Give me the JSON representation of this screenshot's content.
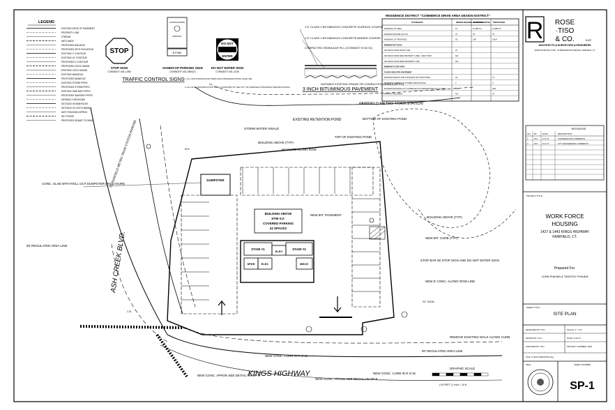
{
  "legend": {
    "title": "LEGEND",
    "items": [
      "EXISTING EDGE OF PAVEMENT",
      "PROPERTY LINE",
      "STREAM",
      "WETLANDS",
      "PROPOSED BUILDING",
      "PROPOSED SPOT ELEVATION",
      "EXISTING 2' CONTOUR",
      "EXISTING 10' CONTOUR",
      "PROPOSED 2' CONTOUR",
      "PROPOSED CATCH BASIN",
      "EXISTING CATCH BASIN",
      "EXISTING MANHOLE",
      "PROPOSED MANHOLE",
      "EXISTING STORM PIPES",
      "PROPOSED STORM PIPES",
      "EXISTING SANITARY PIPES",
      "PROPOSED SANITARY PIPES",
      "HAYBALE CHECKDAM",
      "SILTSACK IN MANHOLES",
      "SILTSACK IN CATCH BASINS",
      "ANTI-TRACKING APRON",
      "SILT FENCE",
      "PROPOSED GRADE TO DRAIN"
    ]
  },
  "signs": {
    "stop_text": "STOP",
    "stop_label": "STOP SIGN",
    "stop_ref": "CONNDOT #31-1050",
    "handicap_top": "HANDICAPPED",
    "handicap_mid": "PARKING",
    "handicap_fine": "$ FINE",
    "handicap_label": "HANDICAP PARKING SIGN",
    "handicap_ref": "CONNDOT #31-0600(?)",
    "dne_line1": "DO NOT",
    "dne_line2": "ENTER",
    "dne_label": "DO NOT ENTER SIGN",
    "dne_ref": "CONNDOT #31-1108",
    "section_title": "TRAFFIC CONTROL SIGNS",
    "notes": [
      "1. ALL SIGN DRAINS AND TIMES SIGN DRAINAGE PIPING SHALL BE",
      "2. ALL SITE CONSTRUCTION SHALL CONFORM TO THE CITY OF FAIRFIELD STANDARD SPECIFICATIONS"
    ]
  },
  "pavement": {
    "title": "3 INCH BITUMINOUS PAVEMENT",
    "labels": [
      "1.5\" CLASS 2 BITUMINOUS CONCRETE SURFACE COURSE",
      "1.5\" CLASS 1 BITUMINOUS CONCRETE BINDER COURSE",
      "COMPACTED GRANULAR FILL (CONNDOT M.02.01)",
      "SUITABLE EXISTING GRADE OR COMPACTED GRANULAR FILL"
    ]
  },
  "zoning_table": {
    "title": "RESIDENCE DISTRICT \"COMMERCE DRIVE AREA DESIGN DISTRICT\"",
    "headers": [
      "STANDARD",
      "MINIMUM REQUIRED MAXIMUM PERMITTED",
      "EXISTING",
      "PROPOSED"
    ],
    "rows": [
      [
        "MINIMUM LOT AREA",
        "15",
        "12,488 S.F.",
        "12,488 S.F."
      ],
      [
        "MINIMUM SQUARE (IN LOT)",
        "75",
        "75",
        "75"
      ],
      [
        "MINIMUM LOT FRONTAGE",
        "50'",
        "138'",
        "138.8'"
      ],
      [
        "MINIMUM SET BACK",
        "",
        "",
        ""
      ],
      [
        "SET BACK FROM FRONT LINE",
        "15'",
        "",
        ""
      ],
      [
        "SET BACK FROM SIDE PROPERTY LINES - ONE STORY",
        "N/A",
        "",
        ""
      ],
      [
        "SET BACK FROM REAR PROPERTY LINE",
        "N/A",
        "",
        ""
      ],
      [
        "MINIMUM FLOOR AREA",
        "",
        "",
        ""
      ],
      [
        "FLOOR AREA PER APARTMENT",
        "",
        "",
        ""
      ],
      [
        "MAXIMUM HEIGHT FOR A BUILDING OR STRUCTURE",
        "40'",
        "",
        "37'"
      ],
      [
        "MAXIMUM NUMBER OF STORIES PER BUILDING",
        "4",
        "",
        "3"
      ],
      [
        "MAXIMUM BUILDING LOT COVERAGE AS A PERCENTAGE OF LOT AREA",
        "75%",
        "",
        "46%"
      ],
      [
        "PARKING REQUIRED",
        "N/A",
        "",
        "24"
      ]
    ]
  },
  "firm": {
    "logo_letter": "R",
    "name_line1": "ROSE",
    "name_line2": "·TISO",
    "name_line3": "& CO.",
    "suffix": "LLC",
    "tagline": "ARCHITECTS ■ SURVEYORS ■ ENGINEERS",
    "address": "WWW.ROSETISO.COM · 50 BRIARWOOD AVENUE, FAIRFIELD, CT"
  },
  "revisions": {
    "title": "REVISIONS",
    "headers": [
      "NO",
      "BY",
      "DATE",
      "DESCRIPTION"
    ],
    "rows": [
      [
        "1",
        "W.C.",
        "4-17-17",
        "CONSERVATION COMMENTS"
      ],
      [
        "2",
        "W.C.",
        "5-17-17",
        "CITY ENGINEERING COMMENTS"
      ]
    ]
  },
  "project": {
    "label": "PROJECT TITLE",
    "title_line1": "WORK FORCE",
    "title_line2": "HOUSING",
    "address": "1427 & 1443 KINGS HIGHWAY",
    "city": "FAIRFIELD, CT.",
    "prepared_for_label": "Prepared For:",
    "prepared_for": "JOHN PHILBIN & TIMOTHY PHILBIN"
  },
  "sheet": {
    "title_label": "SHEET TITLE",
    "title": "SITE PLAN",
    "designed": "DESIGNED BY: W.C.",
    "scale": "SCALE: 1\" = 10'",
    "drawn": "DRAWN BY: W.C.",
    "date": "DATE: 4-20-17",
    "checked": "CHECKED BY: W.C.",
    "project_number": "PROJECT NUMBER: 2904",
    "file": "FILE: P:\\2017\\2904\\SITE.dwg",
    "seal_label": "SEAL",
    "number_label": "SHEET NUMBER",
    "number": "SP-1"
  },
  "plan": {
    "kings_highway": "KINGS HIGHWAY",
    "ash_creek": "ASH CREEK BLVD.",
    "metro_station": "FAIRFIELD METRO TRAIN STATION",
    "to_parking": "TO FAIRFIELD METRO TRAIN STATION PARKING",
    "existing_pond": "EXISTING RETENTION POND",
    "bottom_pond": "BOTTOM OF EXISTING POND",
    "top_pond": "TOP OF EXISTING POND",
    "swale": "STORM WATER SWALE",
    "building_above_typ": "BUILDING ABOVE (TYP)",
    "no_curb": "NO CURB ALONG ROW",
    "dumpster": "DUMPSTER",
    "dumpster_note": "CONC. SLAB WITH ROLL OUT DUMPSTER ENCLOSURE",
    "building_box_line1": "BUILDING ABOVE",
    "building_box_line2": "5709 S.F.",
    "building_box_line3": "COVERED PARKING",
    "building_box_line4": "24 SPACES",
    "new_pavement": "NEW BIT. PAVEMENT",
    "building_typ_right": "BUILDING ABOVE (TYP)",
    "new_bit_curb": "NEW BIT. CURB (TYP)",
    "stop_bar": "STOP BAR W/ STOP SIGN AND DO NOT ENTER SIGN",
    "new_curb_row": "NEW 5' CONC. ALONG ROW LINE",
    "st_sign": "ST. SIGN",
    "remove_walk": "REMOVE EXISTING WALK ALONG CURB",
    "regulated_right": "90' REGULATED AREA LINE",
    "regulated_left": "90' REGULATED AREA LINE",
    "new_conc_curb": "NEW CONC. CURB IN R.O.W.",
    "apron_left": "NEW CONC. APRON SEE DETAIL ON SP-6",
    "apron_mid": "NEW CONC. APRON SEE DETAIL ON SP-6",
    "curb_mid": "NEW CONC. CURB IN R.O.W.",
    "graphic_scale": "GRAPHIC SCALE",
    "scale_note": "( IN FEET ) 1 inch = 10 ft.",
    "rooms": {
      "stair1": "STAIR #1",
      "stair2": "STAIR #2",
      "elev": "ELEV",
      "sprk": "SPKR",
      "elec": "ELEC",
      "mech": "MECH"
    },
    "cb": "C.B.",
    "mh": "M.H."
  }
}
